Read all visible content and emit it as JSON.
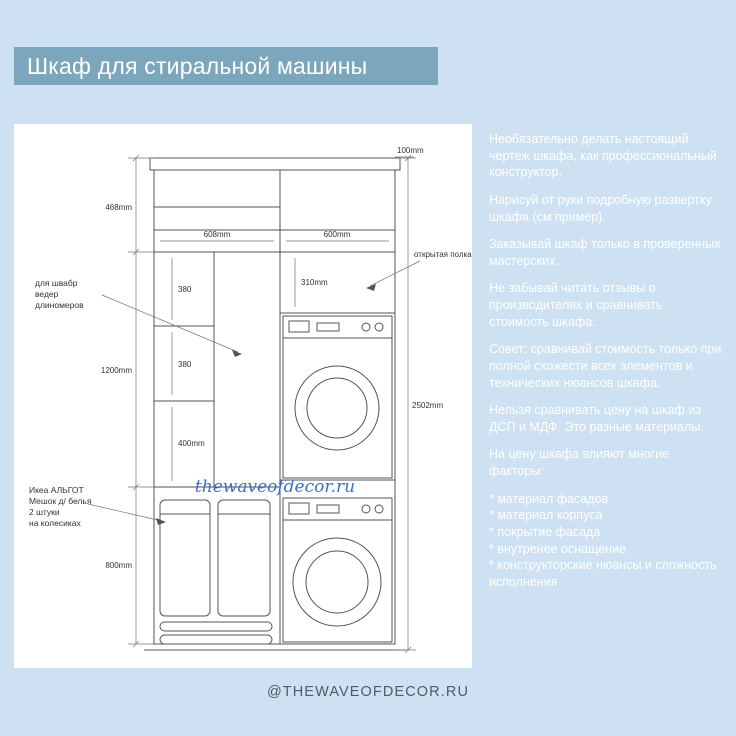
{
  "page": {
    "title": "Шкаф для стиральной машины",
    "footer": "@THEWAVEOFDECOR.RU",
    "colors": {
      "background": "#cde1f2",
      "title_bar": "#7ba6bb",
      "panel": "#ffffff",
      "text_light": "#ffffff",
      "watermark_blue": "#3d6fc0"
    }
  },
  "tips": [
    "Необязательно делать настоящий чертеж шкафа, как профессиональный конструктор.",
    "Нарисуй от руки подробную развертку шкафа (см пример).",
    "Заказывай шкаф только в проверенных мастерских.",
    "Не забывай читать отзывы о производителях и сравнивать стоимость шкафа.",
    "Совет: сравнивай стоимость только при полной схожести всех элементов и технических нюансов шкафа.",
    "Нельзя сравнивать цену на шкаф из ДСП и МДФ. Это разные материалы.",
    "На цену шкафа влияют многие факторы:",
    "* материал фасадов\n* материал корпуса\n* покрытие фасада\n* внутренее оснащение\n* конструкторские нюансы и сложность исполнения"
  ],
  "diagram": {
    "watermark": "thewaveofdecor.ru",
    "dims": {
      "top_depth": "100mm",
      "section_top": "468mm",
      "section_mid": "1200mm",
      "section_bottom": "800mm",
      "left_width": "608mm",
      "right_width": "600mm",
      "shelf_a": "380",
      "shelf_b": "380",
      "shelf_c": "400mm",
      "open_shelf_h": "310mm",
      "total_h": "2502mm"
    },
    "notes": {
      "mops": "для швабр\nведер\nдлиномеров",
      "bags": "Икеа АЛЬГОТ\nМешок д/ белья\n2 штуки\nна колесиках",
      "open_shelf": "открытая полка"
    }
  }
}
